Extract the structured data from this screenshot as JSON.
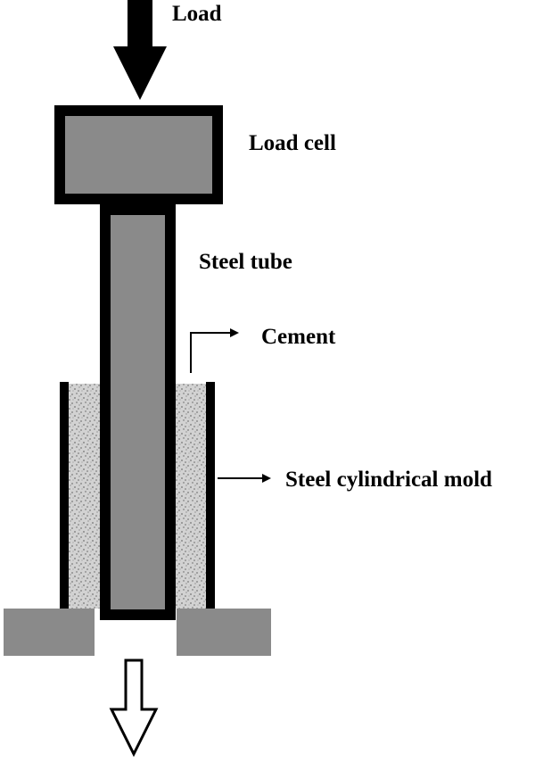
{
  "labels": {
    "load": "Load",
    "load_cell": "Load cell",
    "steel_tube": "Steel tube",
    "cement": "Cement",
    "steel_mold": "Steel cylindrical mold"
  },
  "colors": {
    "fill_gray": "#8a8a8a",
    "outline": "#000000",
    "cement_base": "#cfcfcf",
    "background": "#ffffff"
  }
}
